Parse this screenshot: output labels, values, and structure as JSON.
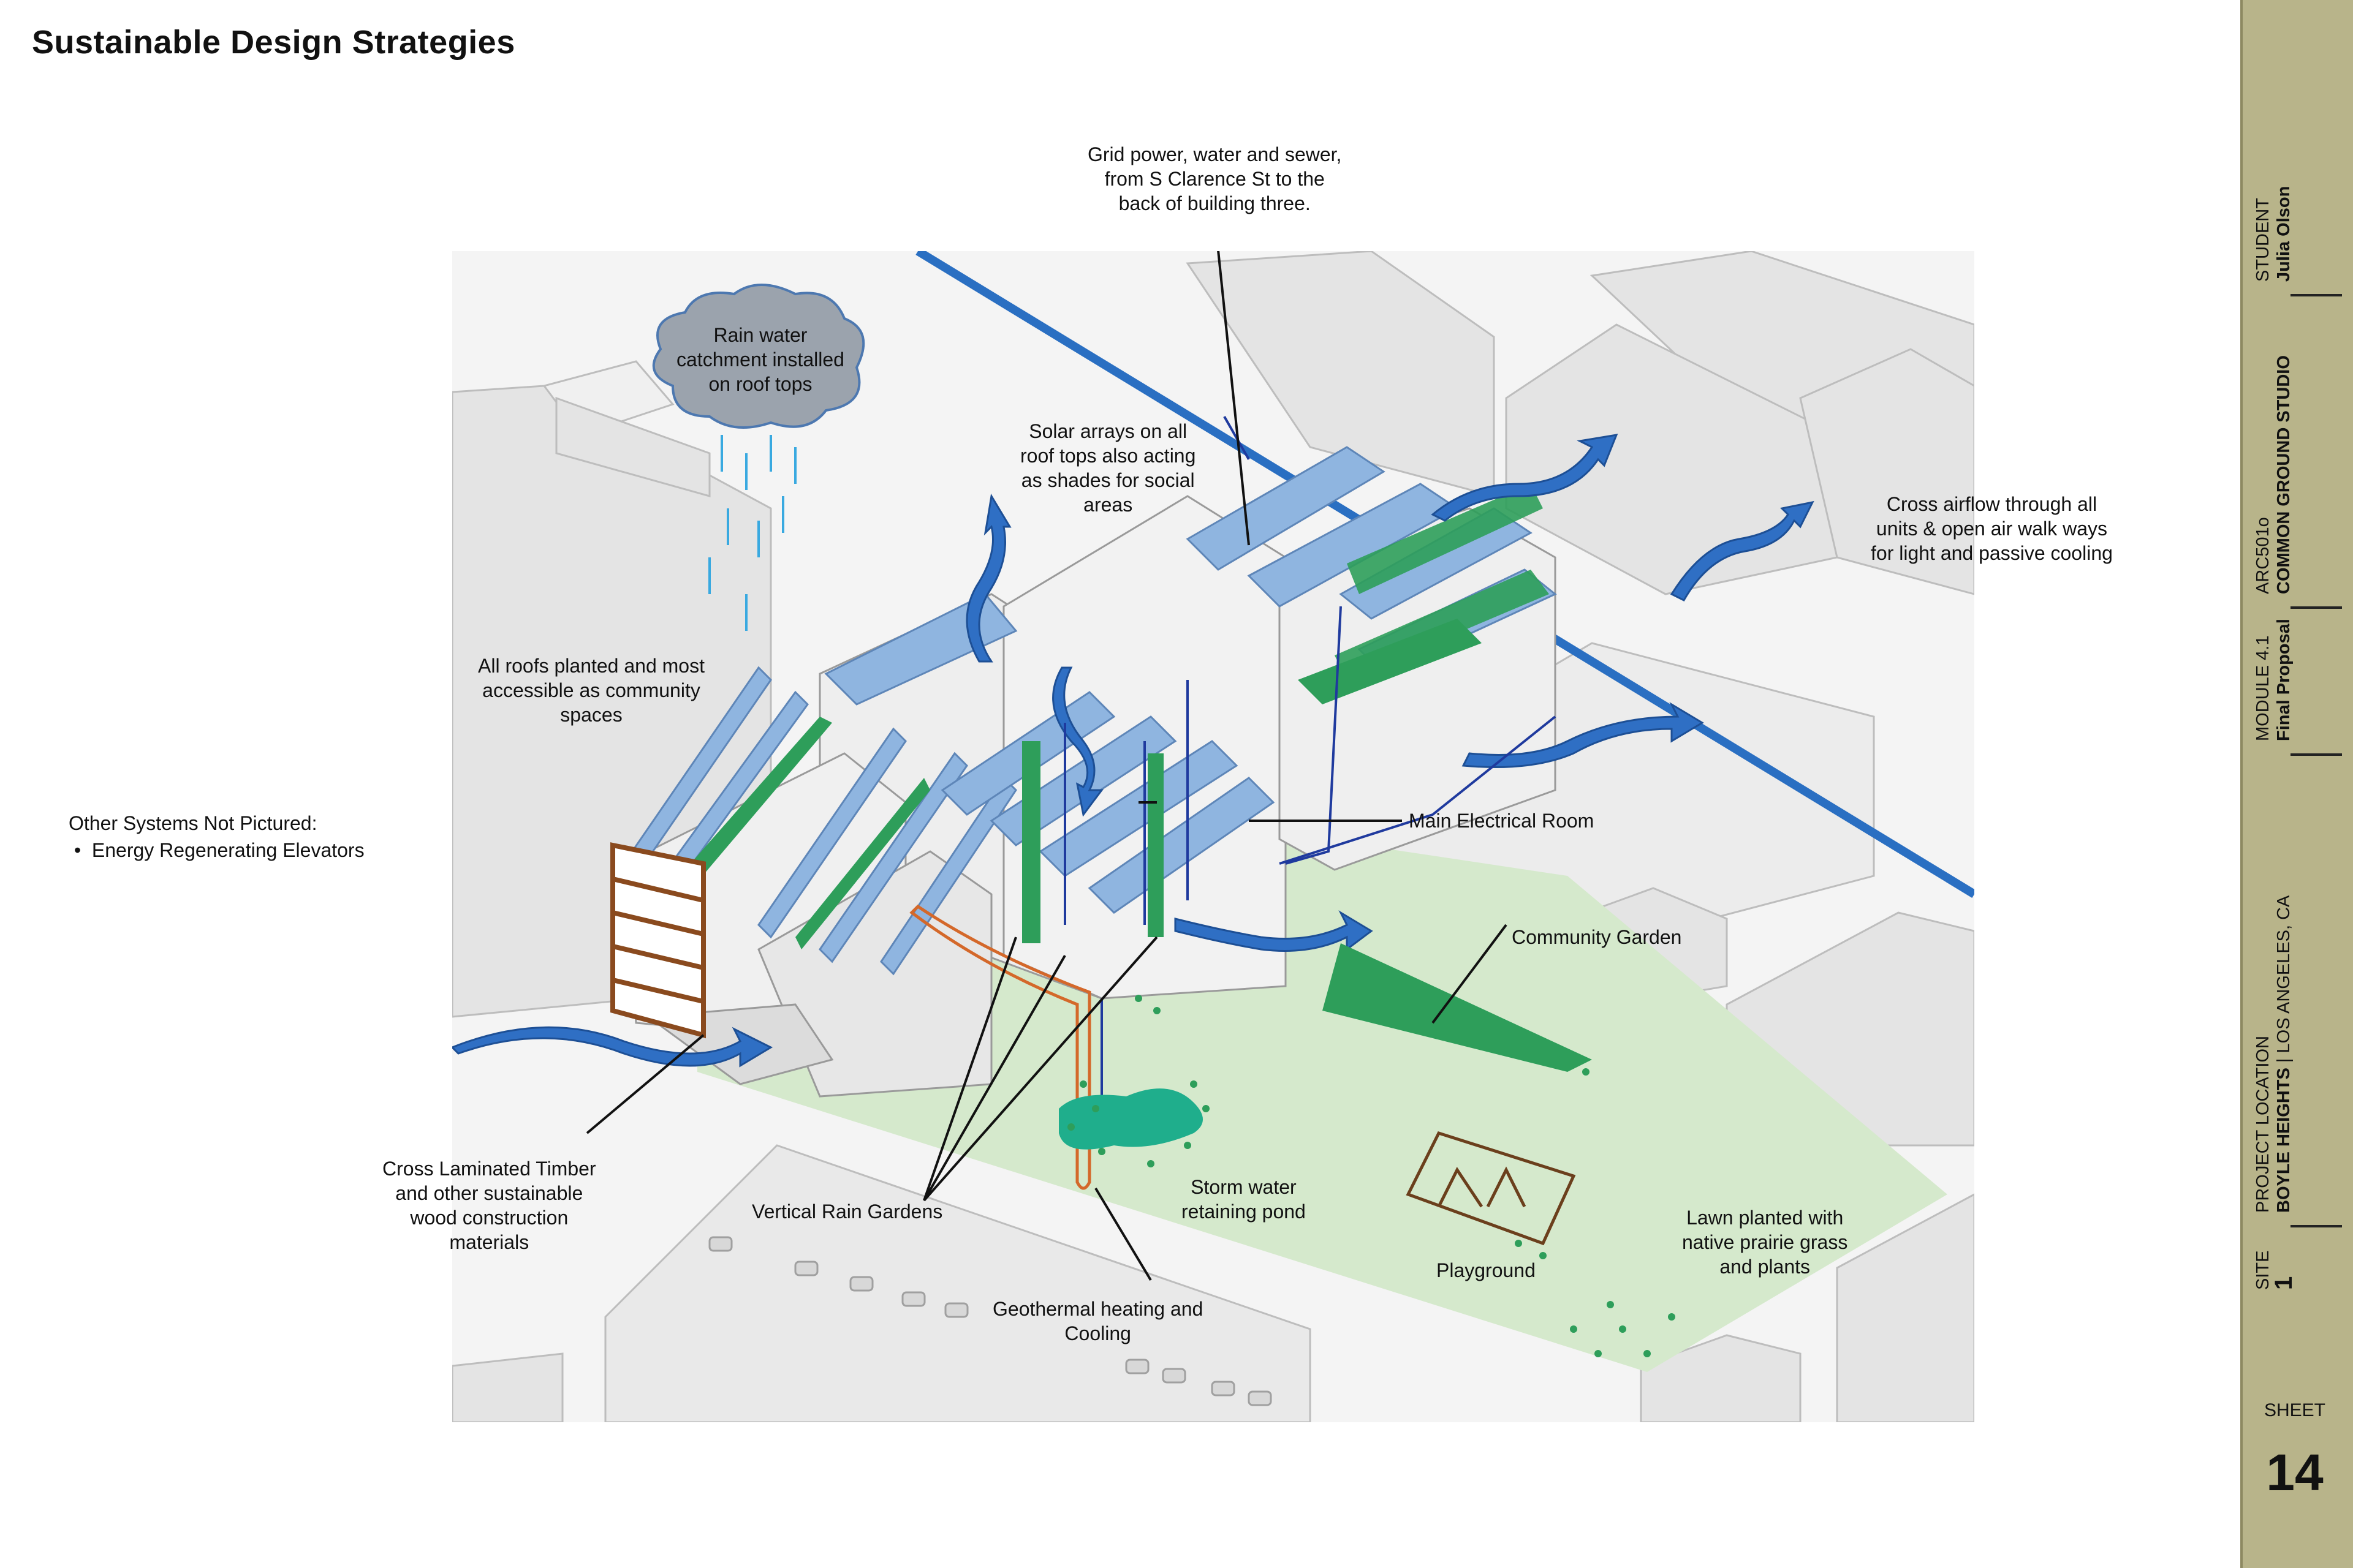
{
  "title": "Sustainable Design Strategies",
  "other_systems": {
    "heading": "Other Systems Not Pictured:",
    "items": [
      "Energy Regenerating Elevators"
    ]
  },
  "callouts": {
    "grid": [
      "Grid power, water and sewer,",
      "from S Clarence St to the",
      "back of building three."
    ],
    "rain": [
      "Rain water",
      "catchment installed",
      "on roof tops"
    ],
    "solar": [
      "Solar arrays on all",
      "roof tops also acting",
      "as shades for social",
      "areas"
    ],
    "cross_airflow": [
      "Cross airflow through all",
      "units & open air walk ways",
      "for light and passive cooling"
    ],
    "roofs": [
      "All roofs planted and most",
      "accessible as community",
      "spaces"
    ],
    "electrical": [
      "Main Electrical Room"
    ],
    "garden": [
      "Community Garden"
    ],
    "clt": [
      "Cross Laminated Timber",
      "and other sustainable",
      "wood construction",
      "materials"
    ],
    "rain_gardens": [
      "Vertical Rain Gardens"
    ],
    "pond": [
      "Storm water",
      "retaining pond"
    ],
    "geothermal": [
      "Geothermal heating and",
      "Cooling"
    ],
    "playground": [
      "Playground"
    ],
    "lawn": [
      "Lawn planted with",
      "native prairie grass",
      "and plants"
    ]
  },
  "title_block": {
    "student_label": "STUDENT",
    "student_name": "Julia Olson",
    "course_code": "ARC501o",
    "course_name": "COMMON GROUND STUDIO",
    "module": "MODULE 4.1",
    "module_name": "Final Proposal",
    "location_label": "PROJECT LOCATION",
    "location_bold": "BOYLE HEIGHTS",
    "location_rest": "LOS ANGELES, CA",
    "site_label": "SITE",
    "site_number": "1",
    "sheet_label": "SHEET",
    "sheet_number": "14"
  },
  "colors": {
    "panel": "#b8b48a",
    "arrow_blue": "#2f6fc4",
    "roof_blue": "#8fb5e0",
    "planted_green": "#2e9e5a",
    "lawn_green": "#d5e9cc",
    "pond": "#1fae8c",
    "timber": "#8a4a1e"
  }
}
